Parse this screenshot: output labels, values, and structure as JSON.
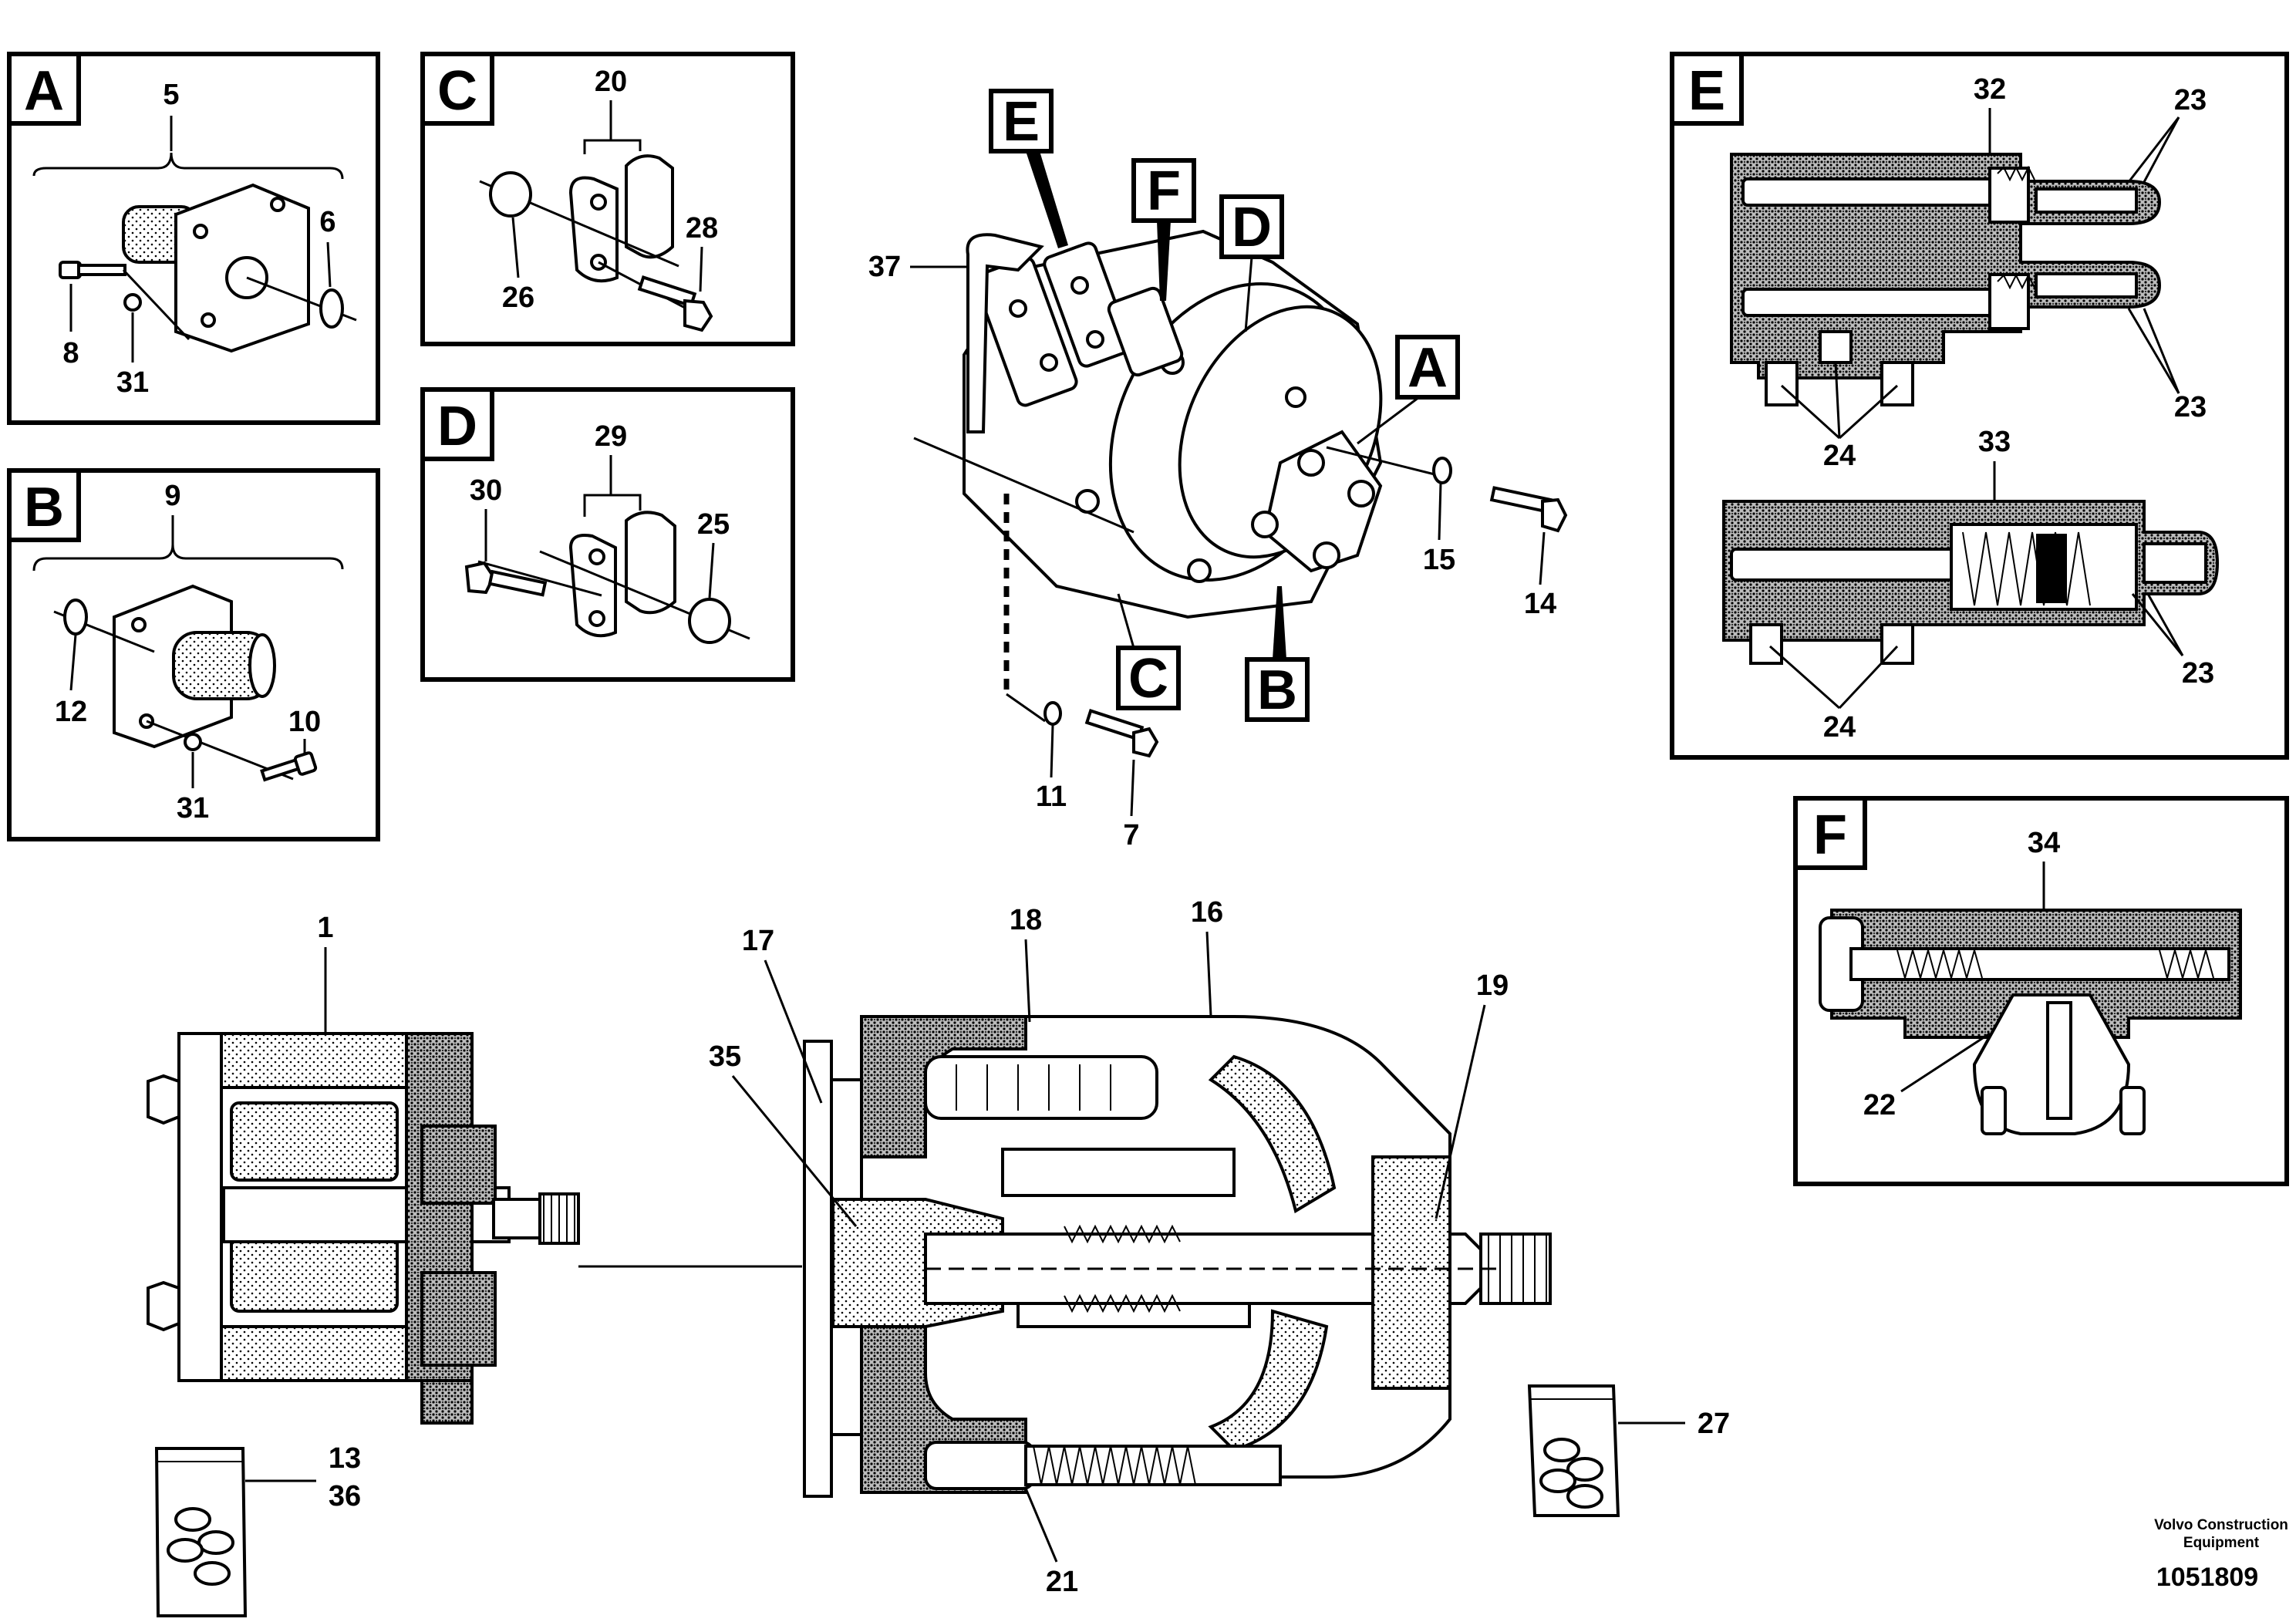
{
  "callouts": {
    "panel_a": {
      "tag": "A",
      "items": [
        "5",
        "6",
        "8",
        "31"
      ]
    },
    "panel_b": {
      "tag": "B",
      "items": [
        "9",
        "12",
        "10",
        "31"
      ]
    },
    "panel_c": {
      "tag": "C",
      "items": [
        "20",
        "26",
        "28"
      ]
    },
    "panel_d": {
      "tag": "D",
      "items": [
        "29",
        "30",
        "25"
      ]
    },
    "panel_e": {
      "tag": "E",
      "items": [
        "32",
        "23",
        "23",
        "24",
        "33",
        "23",
        "24"
      ]
    },
    "panel_f": {
      "tag": "F",
      "items": [
        "34",
        "22"
      ]
    },
    "assembly": {
      "tags": [
        "E",
        "F",
        "D",
        "A",
        "C",
        "B"
      ],
      "items": [
        "37",
        "15",
        "14",
        "11",
        "7"
      ]
    },
    "sections": {
      "items": [
        "1",
        "17",
        "18",
        "16",
        "19",
        "35",
        "13",
        "36",
        "27",
        "21"
      ]
    }
  },
  "credit": {
    "line1": "Volvo Construction",
    "line2": "Equipment",
    "doc_number": "1051809"
  }
}
